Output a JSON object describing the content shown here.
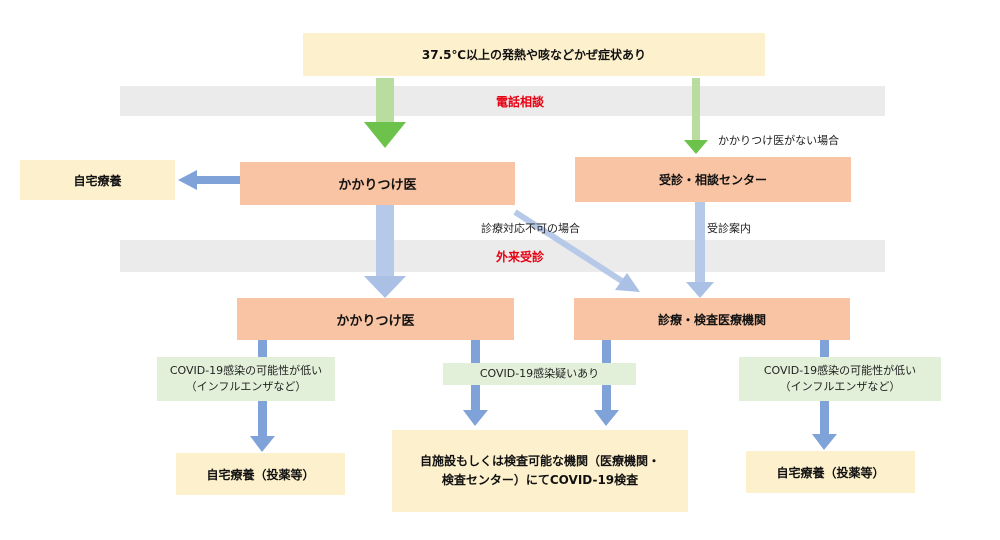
{
  "top_box": "37.5℃以上の発熱や咳などかぜ症状あり",
  "bands": {
    "phone": "電話相談",
    "outpatient": "外来受診"
  },
  "boxes": {
    "home_care_top": "自宅療養",
    "family_doctor_top": "かかりつけ医",
    "consult_center": "受診・相談センター",
    "family_doctor_bottom": "かかりつけ医",
    "exam_institution": "診療・検査医療機関",
    "home_care_left": "自宅療養（投薬等）",
    "testing_line1": "自施設もしくは検査可能な機関（医療機関・",
    "testing_line2": "検査センター）にてCOVID-19検査",
    "home_care_right": "自宅療養（投薬等）"
  },
  "notes": {
    "no_family_doctor": "かかりつけ医がない場合",
    "cannot_examine": "診療対応不可の場合",
    "guidance": "受診案内"
  },
  "green_labels": {
    "low_left_line1": "COVID-19感染の可能性が低い",
    "low_left_line2": "（インフルエンザなど）",
    "suspected": "COVID-19感染疑いあり",
    "low_right_line1": "COVID-19感染の可能性が低い",
    "low_right_line2": "（インフルエンザなど）"
  },
  "colors": {
    "cream": "#fdf0cc",
    "salmon": "#f8c4a3",
    "band": "#ebebeb",
    "band_text": "#e60012",
    "green_arrow": "#6cc24a",
    "blue_arrow": "#7fa3d8",
    "green_label_bg": "#e2f0d9"
  }
}
